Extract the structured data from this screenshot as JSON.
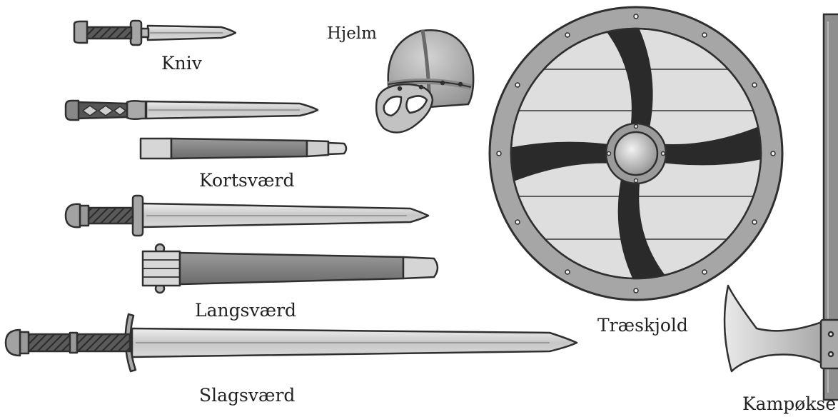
{
  "labels": {
    "kniv": "Kniv",
    "hjelm": "Hjelm",
    "kortsvaerd": "Kortsværd",
    "langsvaerd": "Langsværd",
    "slagsvaerd": "Slagsværd",
    "traeskjold": "Træskjold",
    "kampokse": "Kampøkse"
  },
  "colors": {
    "outline": "#2f2f2f",
    "blade": "#c9c9c9",
    "blade_light": "#e3e3e3",
    "sheath": "#7f7f7f",
    "sheath_light": "#cfcfcf",
    "grip_dark": "#4a4a4a",
    "shield_paint": "#2a2a2a",
    "shield_wood": "#dcdcdc",
    "rim": "#9b9b9b"
  },
  "icons": [
    "knife-icon",
    "helmet-icon",
    "short-sword-icon",
    "long-sword-icon",
    "battle-sword-icon",
    "wooden-shield-icon",
    "battle-axe-icon"
  ]
}
